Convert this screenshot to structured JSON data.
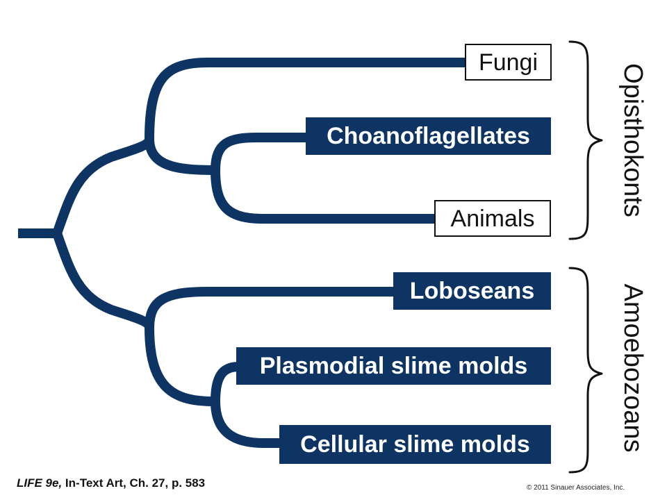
{
  "taxa": [
    {
      "label": "Fungi",
      "style": "outlined"
    },
    {
      "label": "Choanoflagellates",
      "style": "filled"
    },
    {
      "label": "Animals",
      "style": "outlined"
    },
    {
      "label": "Loboseans",
      "style": "filled"
    },
    {
      "label": "Plasmodial slime molds",
      "style": "filled"
    },
    {
      "label": "Cellular slime molds",
      "style": "filled"
    }
  ],
  "groups": [
    {
      "label": "Opisthokonts"
    },
    {
      "label": "Amoebozoans"
    }
  ],
  "footer": {
    "caption_italic": "LIFE 9e,",
    "caption_rest": "In-Text Art, Ch. 27, p. 583",
    "copyright": "© 2011 Sinauer Associates, Inc."
  },
  "colors": {
    "branch": "#0d3463",
    "label_fill": "#0d3463",
    "label_text": "#ffffff"
  }
}
